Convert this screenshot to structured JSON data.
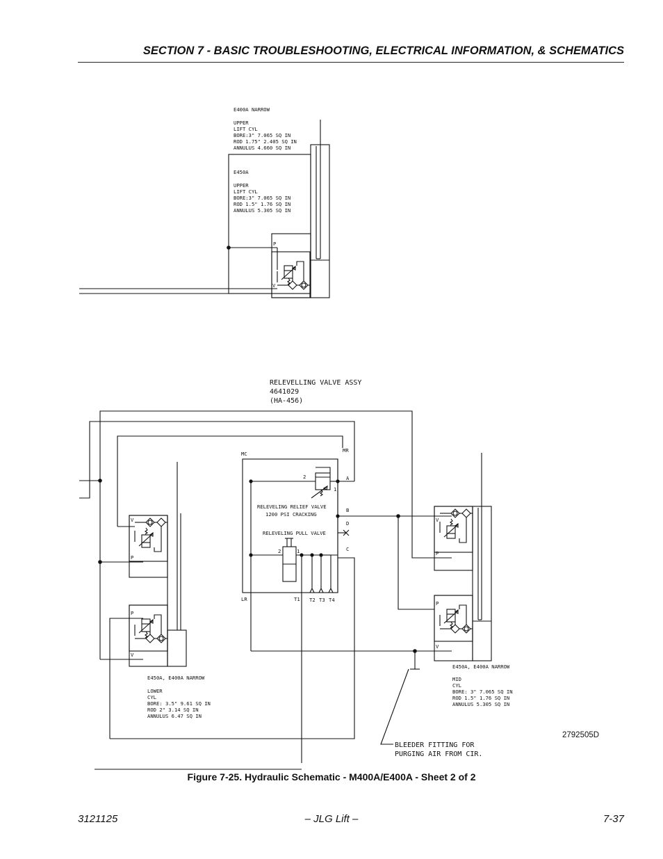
{
  "header": {
    "title": "SECTION 7 - BASIC TROUBLESHOOTING, ELECTRICAL INFORMATION, & SCHEMATICS"
  },
  "figure": {
    "caption": "Figure 7-25.  Hydraulic Schematic - M400A/E400A - Sheet 2 of 2",
    "drawing_number": "2792505D"
  },
  "upper_block": {
    "e400a_narrow": [
      "E400A NARROW",
      "",
      "UPPER",
      "LIFT CYL",
      "BORE:3\"   7.065 SQ IN",
      "ROD  1.75\" 2.405 SQ IN",
      "ANNULUS   4.660 SQ IN"
    ],
    "e450a": [
      "E450A",
      "",
      "UPPER",
      "LIFT CYL",
      "BORE:3\"   7.065 SQ IN",
      "ROD  1.5\"  1.76  SQ IN",
      "ANNULUS    5.305 SQ IN"
    ],
    "port_p": "P",
    "port_v": "V"
  },
  "releveling": {
    "assy_title": [
      "RELEVELLING VALVE ASSY",
      "4641029",
      "(HA-456)"
    ],
    "port_mc": "MC",
    "port_mr": "MR",
    "port_lr": "LR",
    "port_a": "A",
    "port_b": "B",
    "port_c": "C",
    "port_d": "D",
    "relief_label": "RELEVELING RELIEF VALVE",
    "relief_spec": "1200 PSI CRACKING",
    "pull_label": "RELEVELING PULL VALVE",
    "num_1": "1",
    "num_2": "2",
    "t1": "T1",
    "t2": "T2",
    "t3": "T3",
    "t4": "T4"
  },
  "lower_block": {
    "text": [
      "E450A, E400A NARROW",
      "",
      "LOWER",
      "CYL",
      "BORE: 3.5\"   9.61 SQ IN",
      "ROD   2\"     3.14 SQ IN",
      "ANNULUS      6.47 SQ IN"
    ],
    "port_p": "P",
    "port_v": "V"
  },
  "mid_block": {
    "text": [
      "E450A, E400A NARROW",
      "",
      "MID",
      "CYL",
      "BORE: 3\"   7.065 SQ IN",
      "ROD  1.5\"   1.76 SQ IN",
      "ANNULUS    5.305 SQ IN"
    ],
    "port_p": "P",
    "port_v": "V"
  },
  "bleeder": [
    "BLEEDER FITTING FOR",
    "PURGING AIR FROM CIR."
  ],
  "footer": {
    "left": "3121125",
    "center": "– JLG Lift –",
    "right": "7-37"
  }
}
